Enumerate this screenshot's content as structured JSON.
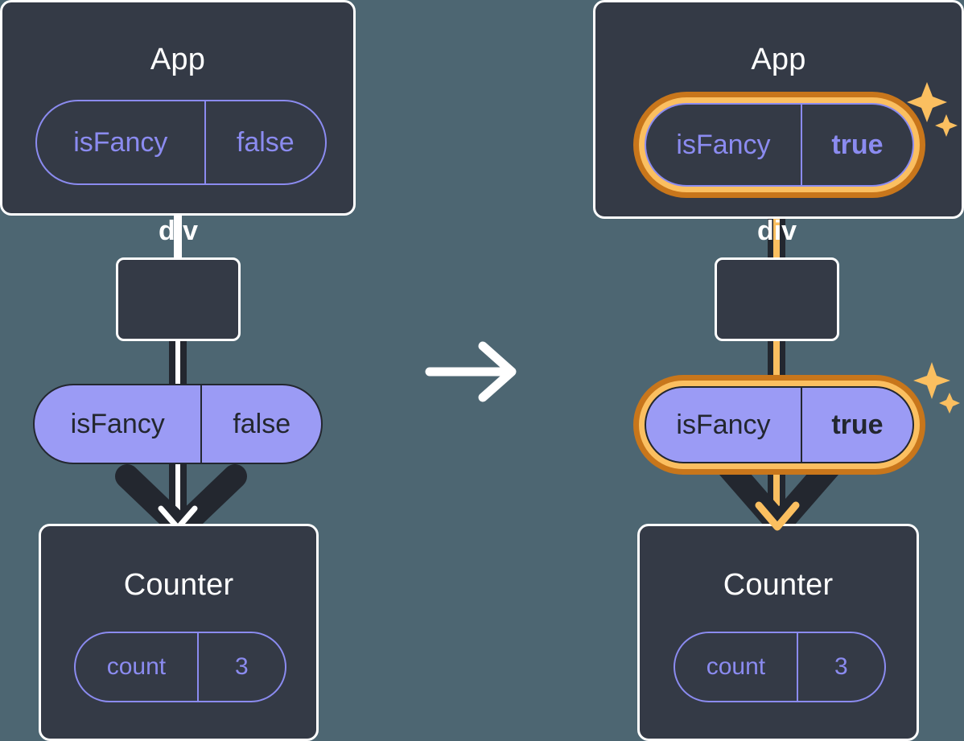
{
  "diagram": {
    "title": "React state update propagation diagram",
    "colors": {
      "background": "#4d6672",
      "card_background": "#343a46",
      "card_border": "#ffffff",
      "pill_outline": "#8b8bf0",
      "pill_fill": "#9b9bf5",
      "pill_fill_text": "#23272f",
      "edge_dark": "#23272f",
      "highlight_ring_outer": "#c8761b",
      "highlight_ring_inner": "#fbbf60",
      "highlight_accent": "#fbbf60",
      "text_light": "#ffffff"
    },
    "transition_arrow": "arrow-right-icon"
  },
  "before": {
    "app": {
      "title": "App",
      "state": {
        "name": "isFancy",
        "value": "false"
      }
    },
    "div": {
      "label": "div"
    },
    "prop": {
      "name": "isFancy",
      "value": "false"
    },
    "counter": {
      "title": "Counter",
      "state": {
        "name": "count",
        "value": "3"
      }
    }
  },
  "after": {
    "app": {
      "title": "App",
      "state": {
        "name": "isFancy",
        "value": "true",
        "highlighted": true
      }
    },
    "div": {
      "label": "div"
    },
    "prop": {
      "name": "isFancy",
      "value": "true",
      "highlighted": true
    },
    "counter": {
      "title": "Counter",
      "state": {
        "name": "count",
        "value": "3"
      }
    },
    "sparkle_icons": [
      "sparkle-icon",
      "sparkle-icon"
    ]
  }
}
